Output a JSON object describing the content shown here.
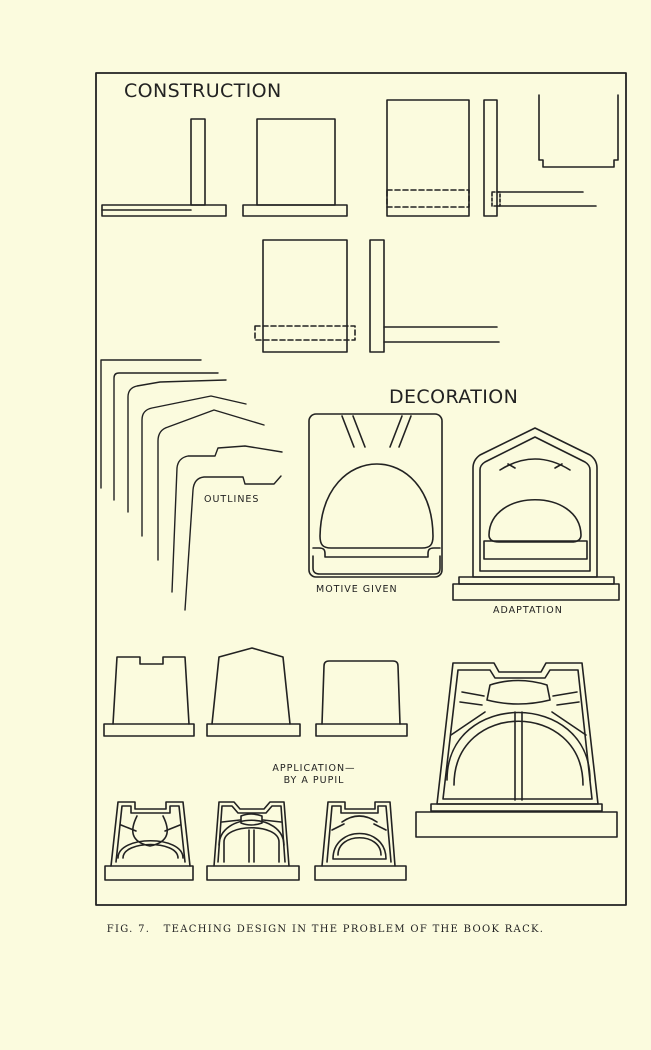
{
  "figure": {
    "headings": {
      "construction": "CONSTRUCTION",
      "decoration": "DECORATION"
    },
    "labels": {
      "outlines": "OUTLINES",
      "motive_given": "MOTIVE GIVEN",
      "adaptation": "ADAPTATION",
      "application_line1": "APPLICATION—",
      "application_line2": "BY A PUPIL"
    },
    "caption": "FIG. 7.   TEACHING DESIGN IN THE PROBLEM OF THE BOOK RACK.",
    "colors": {
      "paper": "#fbfbde",
      "ink": "#222222"
    }
  }
}
